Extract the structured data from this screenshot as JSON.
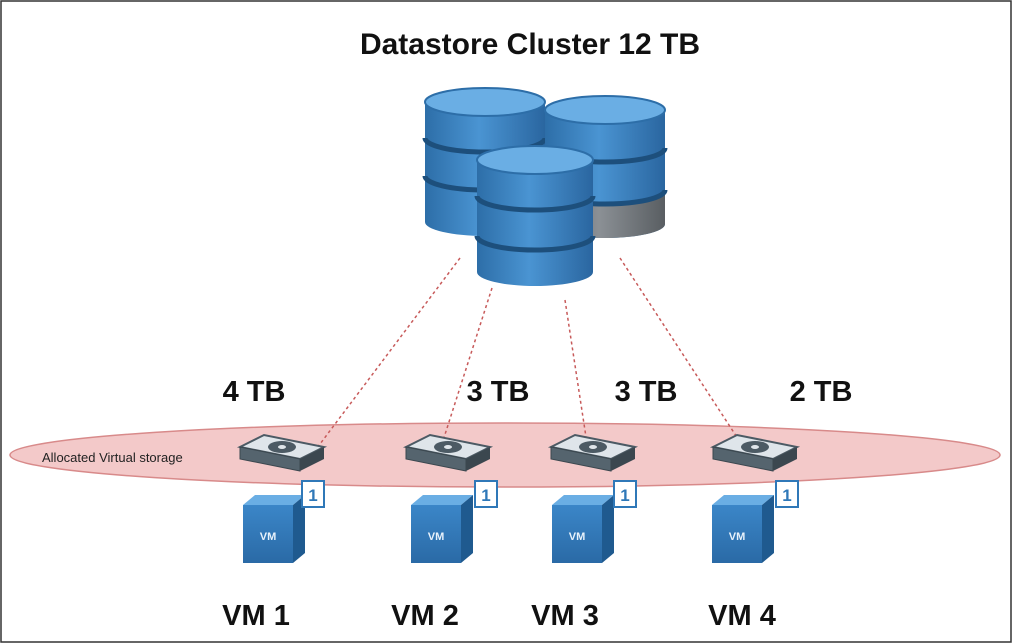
{
  "diagram": {
    "title": "Datastore Cluster 12 TB",
    "region_label": "Allocated Virtual storage",
    "vm_badge_text": "VM",
    "allocations": [
      {
        "size": "4 TB",
        "vm": "VM 1",
        "badge": "1"
      },
      {
        "size": "3 TB",
        "vm": "VM 2",
        "badge": "1"
      },
      {
        "size": "3 TB",
        "vm": "VM 3",
        "badge": "1"
      },
      {
        "size": "2 TB",
        "vm": "VM 4",
        "badge": "1"
      }
    ],
    "icons": {
      "datastore": "database-cylinder-icon",
      "disk": "virtual-disk-icon",
      "vm": "vm-cube-icon",
      "badge": "count-badge-icon"
    },
    "colors": {
      "cylinder_blue": "#3f87c6",
      "cylinder_gray": "#7a7f84",
      "region_fill": "#f3c9c9",
      "region_stroke": "#d88a8a",
      "connector": "#c75a5a",
      "vm_blue": "#2f78b8",
      "disk": "#4c5a64"
    }
  }
}
